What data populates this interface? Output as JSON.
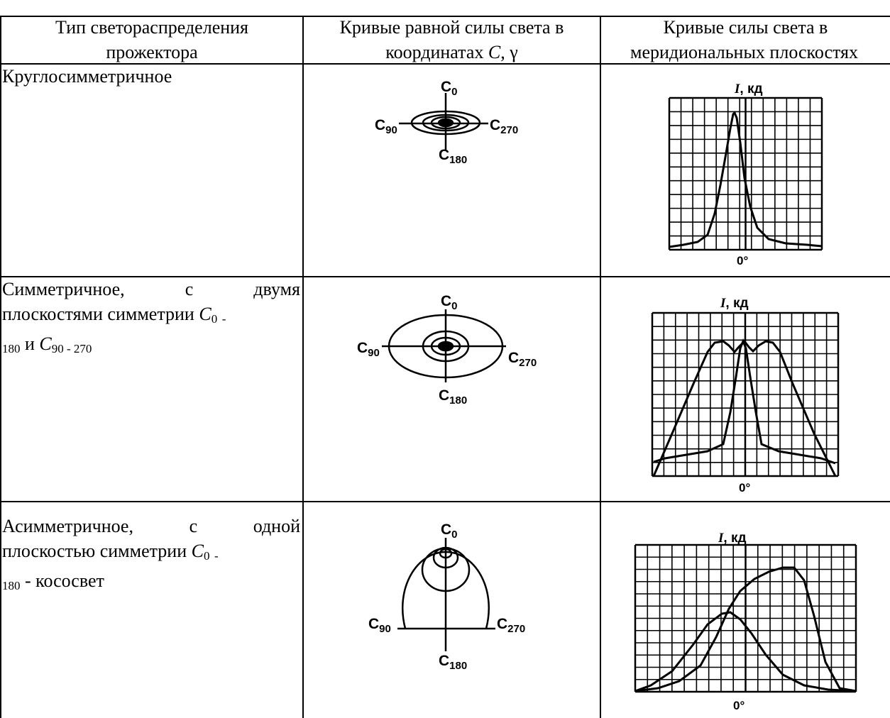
{
  "header": {
    "col1_line1": "Тип светораспределения",
    "col1_line2": "прожектора",
    "col2_line1": "Кривые равной силы света в",
    "col2_line2_prefix": "координатах ",
    "col2_line2_c": "C",
    "col2_line2_suffix": ", γ",
    "col3_line1": "Кривые силы света в",
    "col3_line2": "меридиональных плоскостях"
  },
  "rows": [
    {
      "type_text": "Круглосимметричное"
    },
    {
      "type_line1_a": "Симметричное,",
      "type_line1_b": "с",
      "type_line1_c": "двумя",
      "type_line2_prefix": "плоскостями симметрии ",
      "type_line2_c": "C",
      "type_line2_sub": "0",
      "type_line2_dash": "-",
      "type_line3_sub": "180",
      "type_line3_mid": " и ",
      "type_line3_c": "C",
      "type_line3_sub2": "90 - 270"
    },
    {
      "type_line1_a": "Асимметричное,",
      "type_line1_b": "с",
      "type_line1_c": "одной",
      "type_line2_prefix": "плоскостью симметрии ",
      "type_line2_c": "C",
      "type_line2_sub": "0",
      "type_line2_dash": "-",
      "type_line3_sub": "180",
      "type_line3_suffix": " - кососвет"
    }
  ],
  "diagram_labels": {
    "c0": "C",
    "c0_sub": "0",
    "c90": "C",
    "c90_sub": "90",
    "c180": "C",
    "c180_sub": "180",
    "c270": "C",
    "c270_sub": "270"
  },
  "plot_labels": {
    "ylabel_i": "I",
    "ylabel_unit": ", кд",
    "xlabel": "0°"
  }
}
